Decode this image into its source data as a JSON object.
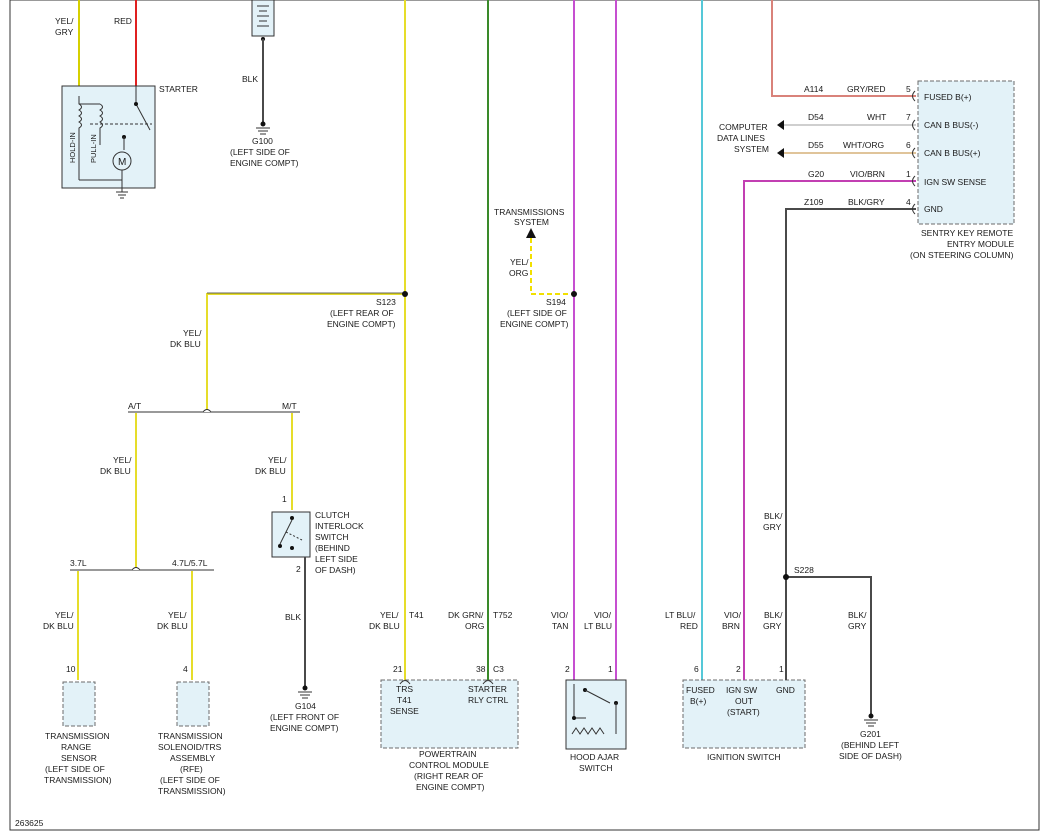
{
  "diagram_id": "263625",
  "colors": {
    "yel_gry": "#d6d000",
    "red": "#e02020",
    "blk": "#4a4a4a",
    "yel": "#e6dd2a",
    "grn": "#3a8a2a",
    "vio": "#c64fd0",
    "ltblu": "#55c8d8",
    "gry_red": "#d9827a",
    "vio_brn": "#c23fb2",
    "yel_org": "#f2e000",
    "tan": "#c8a878",
    "box_fill": "#e3f2f8"
  },
  "top_left": {
    "wire1_color": "YEL/",
    "wire1_color2": "GRY",
    "wire2_color": "RED",
    "starter_label": "STARTER",
    "hold_in": "HOLD-IN",
    "pull_in": "PULL-IN",
    "motor": "M",
    "ground_wire": "BLK",
    "g100_name": "G100",
    "g100_loc1": "(LEFT SIDE OF",
    "g100_loc2": "ENGINE COMPT)"
  },
  "splices": {
    "s123_name": "S123",
    "s123_loc1": "(LEFT REAR OF",
    "s123_loc2": "ENGINE COMPT)",
    "s123_wire1": "YEL/",
    "s123_wire2": "DK BLU",
    "s194_name": "S194",
    "s194_loc1": "(LEFT SIDE OF",
    "s194_loc2": "ENGINE COMPT)",
    "s228_name": "S228"
  },
  "transmission_system": {
    "line1": "TRANSMISSIONS",
    "line2": "SYSTEM",
    "wire1": "YEL/",
    "wire2": "ORG"
  },
  "branches": {
    "at": "A/T",
    "mt": "M/T",
    "at_wire1": "YEL/",
    "at_wire2": "DK BLU",
    "mt_wire1": "YEL/",
    "mt_wire2": "DK BLU",
    "eng37": "3.7L",
    "eng47": "4.7L/5.7L"
  },
  "clutch_switch": {
    "pin1": "1",
    "pin2": "2",
    "l1": "CLUTCH",
    "l2": "INTERLOCK",
    "l3": "SWITCH",
    "l4": "(BEHIND",
    "l5": "LEFT SIDE",
    "l6": "OF DASH)",
    "ground_wire": "BLK",
    "g104_name": "G104",
    "g104_loc1": "(LEFT FRONT OF",
    "g104_loc2": "ENGINE COMPT)"
  },
  "trs_sensor": {
    "wire1": "YEL/",
    "wire2": "DK BLU",
    "pin": "10",
    "l1": "TRANSMISSION",
    "l2": "RANGE",
    "l3": "SENSOR",
    "l4": "(LEFT SIDE OF",
    "l5": "TRANSMISSION)"
  },
  "solenoid": {
    "wire1": "YEL/",
    "wire2": "DK BLU",
    "pin": "4",
    "l1": "TRANSMISSION",
    "l2": "SOLENOID/TRS",
    "l3": "ASSEMBLY",
    "l4": "(RFE)",
    "l5": "(LEFT SIDE OF",
    "l6": "TRANSMISSION)"
  },
  "pcm": {
    "w1a": "YEL/",
    "w1b": "DK BLU",
    "w1c": "T41",
    "w2a": "DK GRN/",
    "w2b": "ORG",
    "w2c": "T752",
    "pin1": "21",
    "pin2": "38",
    "conn": "C3",
    "t1": "TRS",
    "t2": "T41",
    "t3": "SENSE",
    "s1": "STARTER",
    "s2": "RLY CTRL",
    "l1": "POWERTRAIN",
    "l2": "CONTROL MODULE",
    "l3": "(RIGHT REAR OF",
    "l4": "ENGINE COMPT)"
  },
  "hood_ajar": {
    "w1a": "VIO/",
    "w1b": "TAN",
    "w2a": "VIO/",
    "w2b": "LT BLU",
    "pin1": "2",
    "pin2": "1",
    "l1": "HOOD AJAR",
    "l2": "SWITCH"
  },
  "ignition_switch": {
    "w1a": "LT BLU/",
    "w1b": "RED",
    "w2a": "VIO/",
    "w2b": "BRN",
    "w3a": "BLK/",
    "w3b": "GRY",
    "pin1": "6",
    "pin2": "2",
    "pin3": "1",
    "t1a": "FUSED",
    "t1b": "B(+)",
    "t2a": "IGN SW",
    "t2b": "OUT",
    "t2c": "(START)",
    "t3": "GND",
    "label": "IGNITION SWITCH"
  },
  "ground_g201": {
    "wire_a": "BLK/",
    "wire_b": "GRY",
    "splice_wire_a": "BLK/",
    "splice_wire_b": "GRY",
    "name": "G201",
    "loc1": "(BEHIND LEFT",
    "loc2": "SIDE OF DASH)"
  },
  "computer_data": {
    "l1": "COMPUTER",
    "l2": "DATA LINES",
    "l3": "SYSTEM"
  },
  "skrem": {
    "rows": [
      {
        "circuit": "A114",
        "color": "GRY/RED",
        "pin": "5",
        "name": "FUSED B(+)"
      },
      {
        "circuit": "D54",
        "color": "WHT",
        "pin": "7",
        "name": "CAN B BUS(-)"
      },
      {
        "circuit": "D55",
        "color": "WHT/ORG",
        "pin": "6",
        "name": "CAN B BUS(+)"
      },
      {
        "circuit": "G20",
        "color": "VIO/BRN",
        "pin": "1",
        "name": "IGN SW SENSE"
      },
      {
        "circuit": "Z109",
        "color": "BLK/GRY",
        "pin": "4",
        "name": "GND"
      }
    ],
    "l1": "SENTRY KEY REMOTE",
    "l2": "ENTRY MODULE",
    "l3": "(ON STEERING COLUMN)"
  }
}
